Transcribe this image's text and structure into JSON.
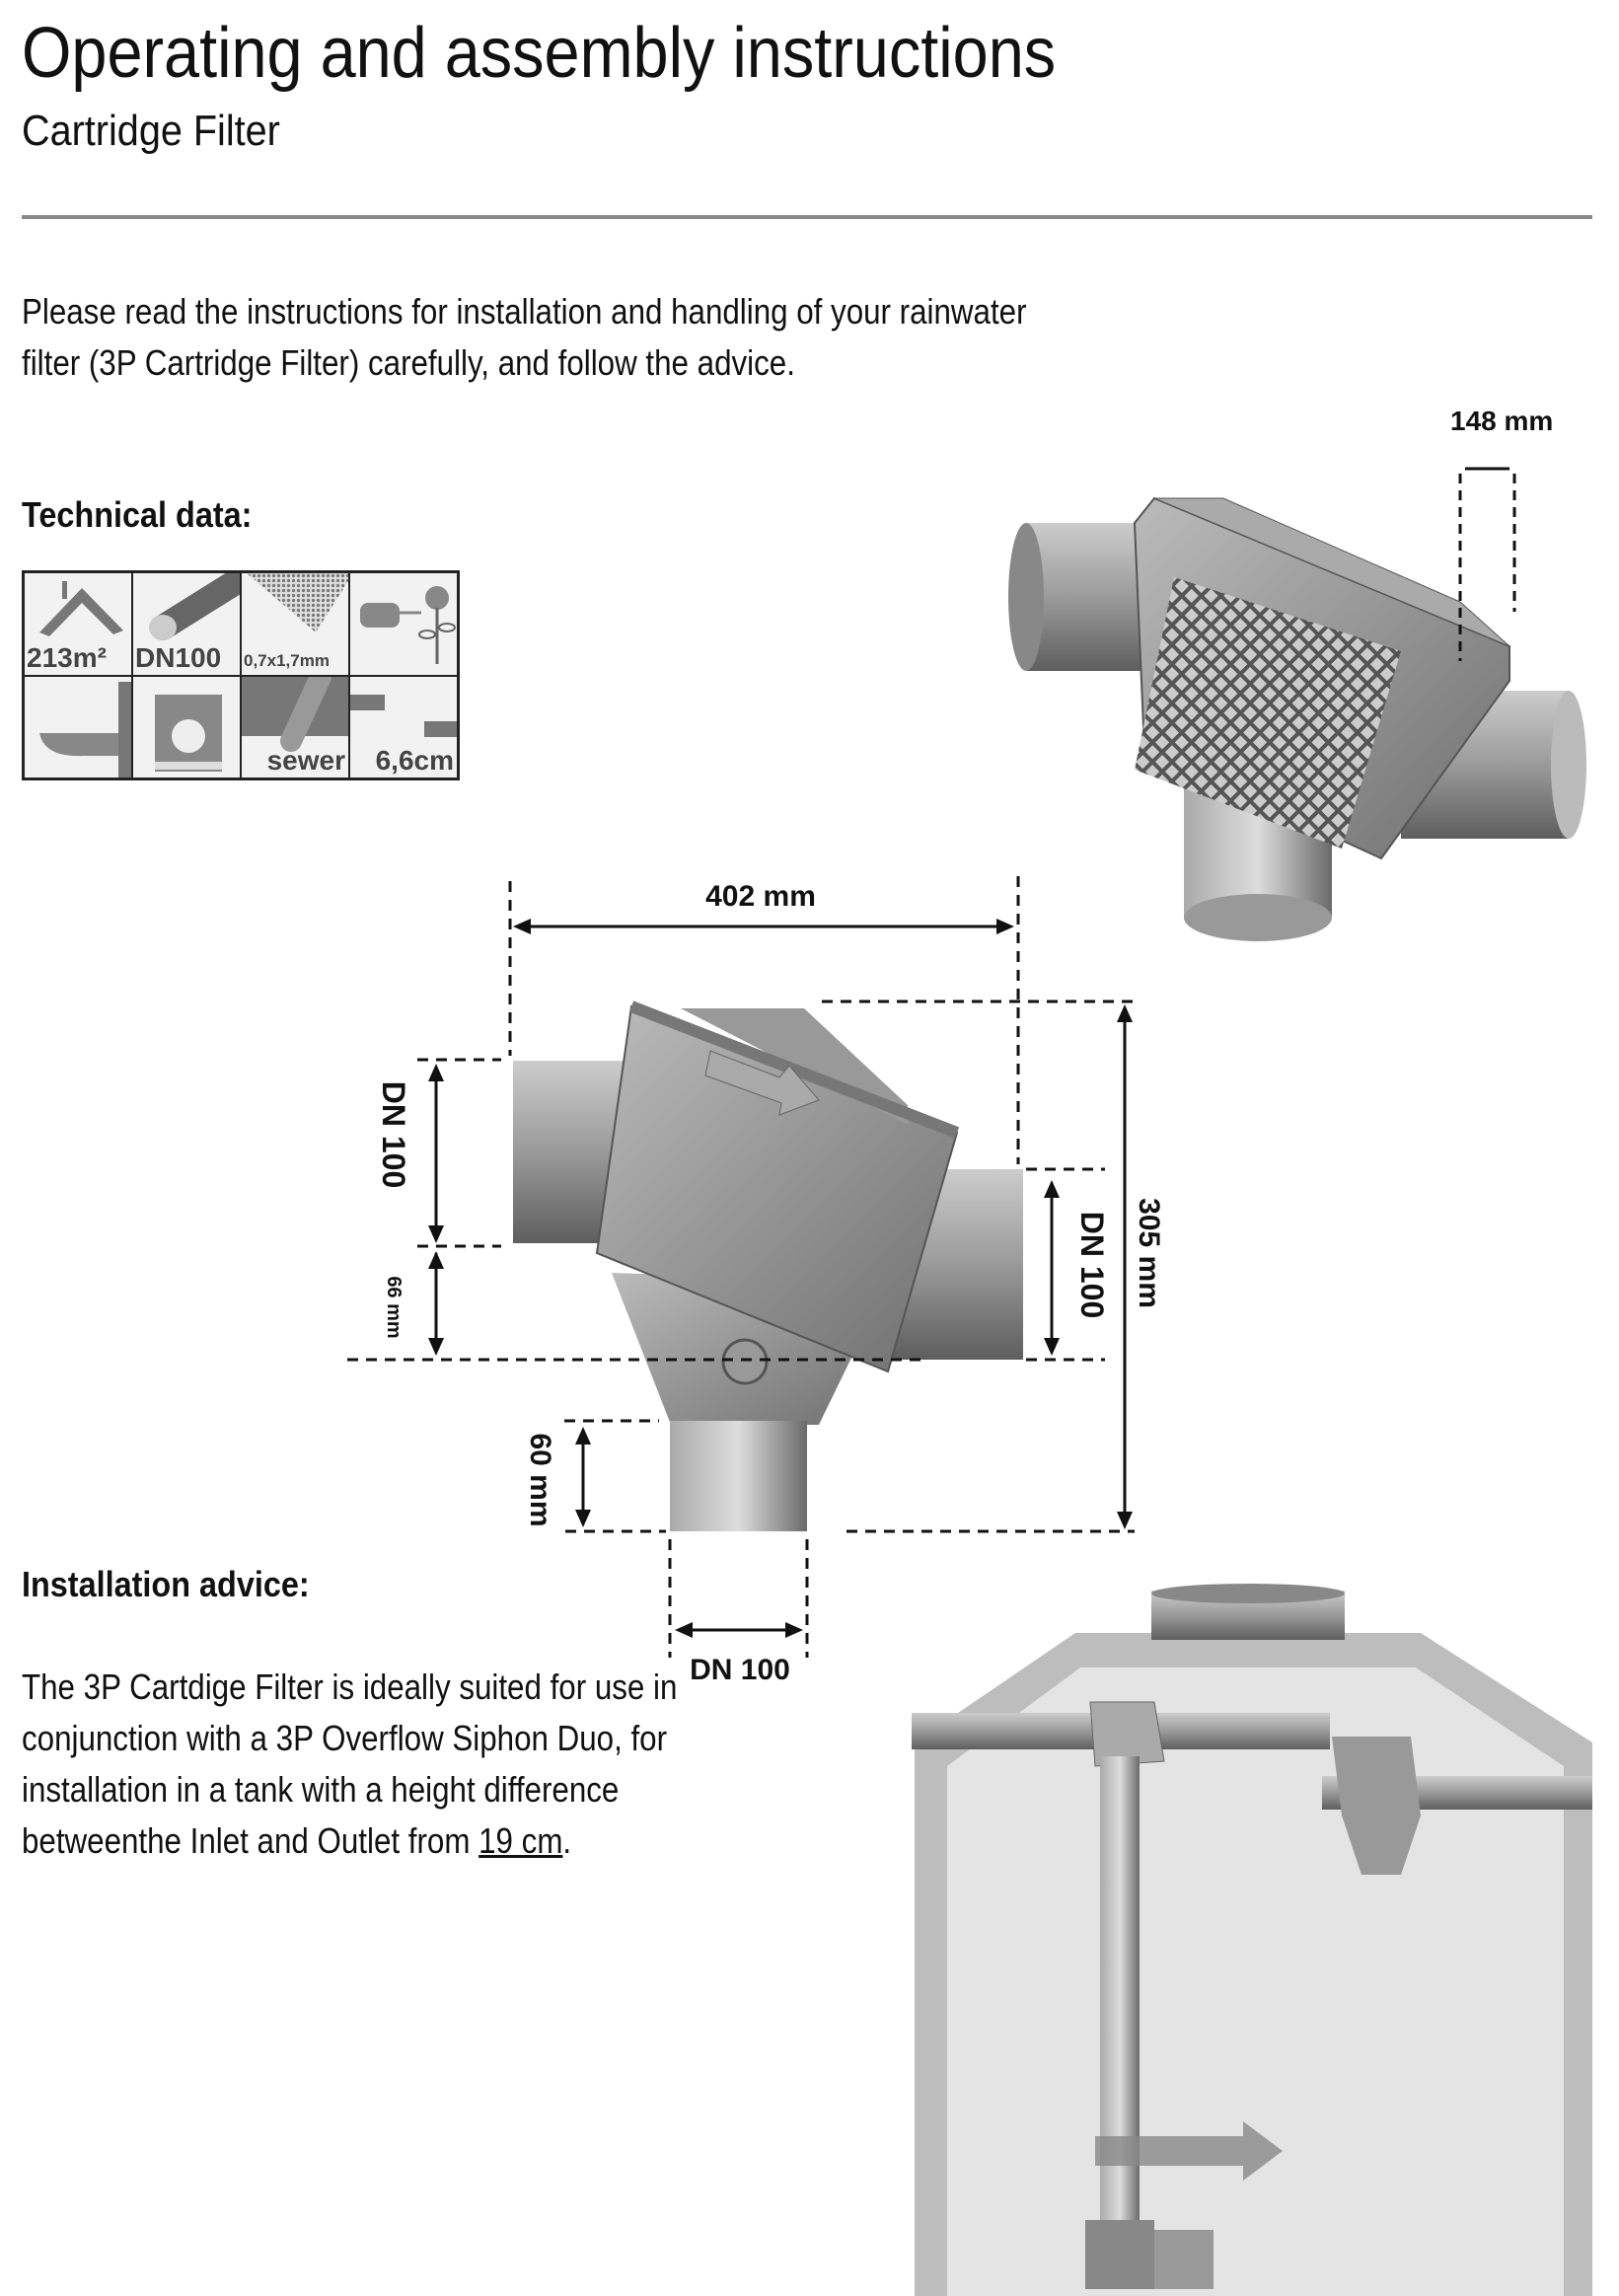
{
  "header": {
    "title": "Operating and assembly instructions",
    "subtitle": "Cartridge Filter"
  },
  "intro": {
    "lines": [
      "Please read the instructions for installation and handling of your rainwater",
      "filter (3P Cartridge Filter) carefully, and follow the advice."
    ]
  },
  "technical_data": {
    "heading": "Technical data:",
    "icons": [
      {
        "icon": "roof-area-icon",
        "label": "213m²"
      },
      {
        "icon": "pipe-diameter-icon",
        "label": "DN100"
      },
      {
        "icon": "mesh-icon",
        "label": "0,7x1,7mm"
      },
      {
        "icon": "garden-watering-icon",
        "label": ""
      },
      {
        "icon": "toilet-icon",
        "label": ""
      },
      {
        "icon": "washing-machine-icon",
        "label": ""
      },
      {
        "icon": "sewer-pipe-icon",
        "label": "sewer"
      },
      {
        "icon": "height-difference-icon",
        "label": "6,6cm"
      }
    ]
  },
  "dimensions": {
    "width_top": "148 mm",
    "length": "402 mm",
    "height": "305 mm",
    "inlet": "DN 100",
    "inlet_offset": "66 mm",
    "outlet": "DN 100",
    "bottom_outlet_length": "60 mm",
    "bottom_outlet": "DN 100"
  },
  "installation": {
    "heading": "Installation advice:",
    "lines": [
      "The 3P Cartdige Filter is ideally suited for use in",
      "conjunction with a 3P Overflow Siphon Duo, for",
      "installation in a tank with a height difference",
      "betweenthe Inlet and Outlet from "
    ],
    "highlight": "19 cm",
    "trailing": "."
  }
}
